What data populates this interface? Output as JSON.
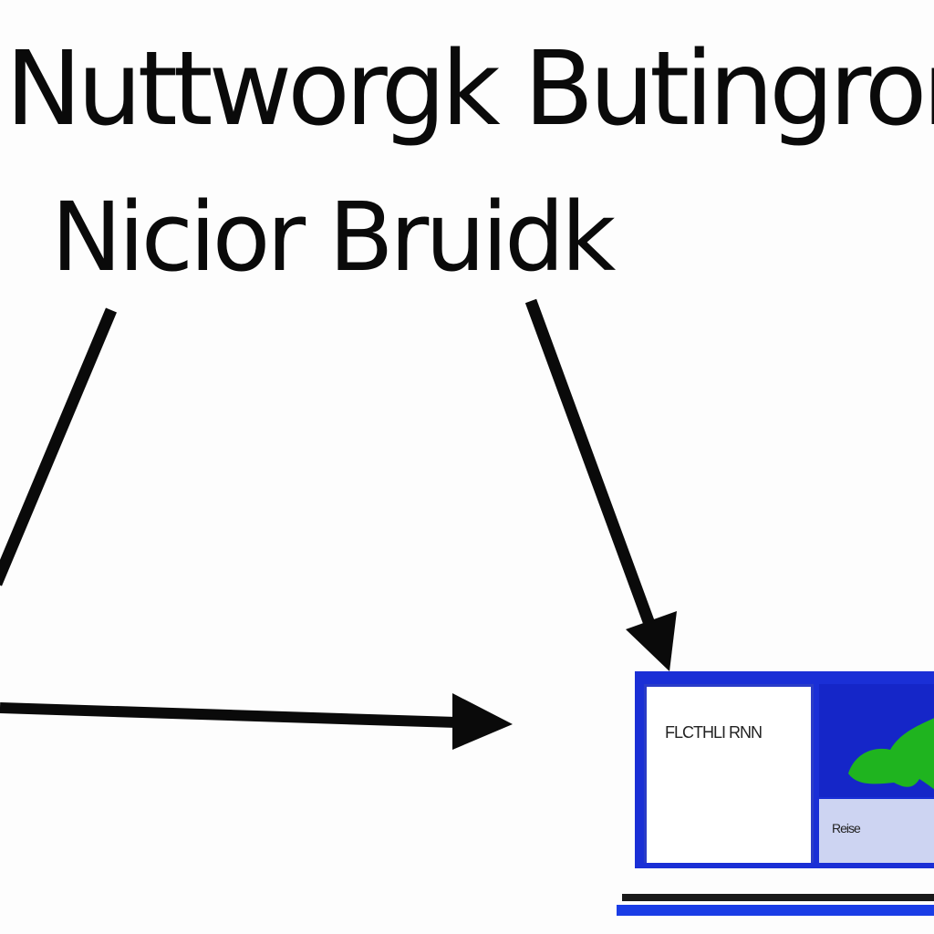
{
  "title": "Nuttworgk Butingront",
  "subtitle": "Nicior Bruidk",
  "laptop": {
    "screen_left_label": "FLCTHLI RNN",
    "screen_right_label": "Reise"
  },
  "colors": {
    "arrow": "#0a0a0a",
    "screen_frame": "#1a2fd6",
    "screen_panel_blue": "#1526c8",
    "screen_panel_light": "#cdd4f2",
    "map_shape": "#1fb41f",
    "base": "#1a3de6"
  },
  "icons": {
    "map_shape": "green-blob-icon"
  }
}
